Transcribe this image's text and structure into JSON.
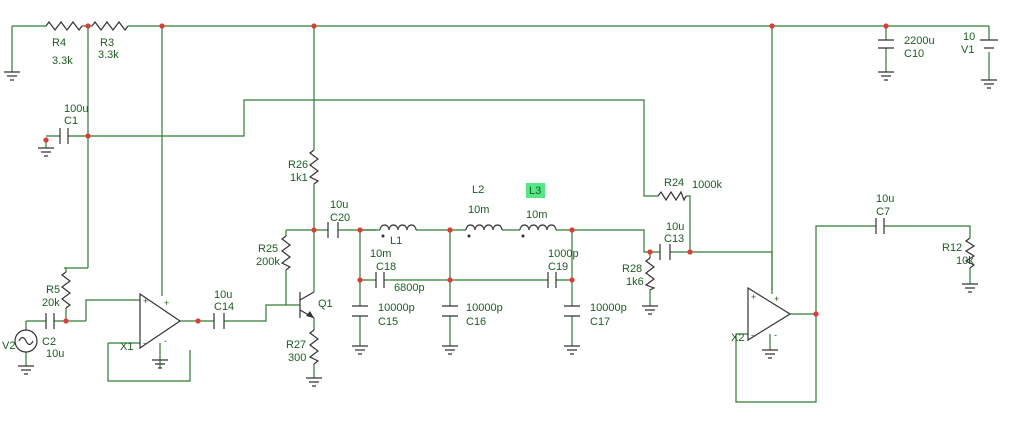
{
  "components": {
    "R4": {
      "ref": "R4",
      "value": "3.3k"
    },
    "R3": {
      "ref": "R3",
      "value": "3.3k"
    },
    "C10": {
      "ref": "C10",
      "value": "2200u"
    },
    "V1": {
      "ref": "V1",
      "value": "10"
    },
    "C1": {
      "ref": "C1",
      "value": "100u"
    },
    "R26": {
      "ref": "R26",
      "value": "1k1"
    },
    "R24": {
      "ref": "R24",
      "value": "1000k"
    },
    "C20": {
      "ref": "C20",
      "value": "10u"
    },
    "L1": {
      "ref": "L1",
      "value": "10m"
    },
    "L2": {
      "ref": "L2",
      "value": "10m"
    },
    "L3": {
      "ref": "L3",
      "value": "10m"
    },
    "C18": {
      "ref": "C18",
      "value": "6800p"
    },
    "C19": {
      "ref": "C19",
      "value": "1000p"
    },
    "C13": {
      "ref": "C13",
      "value": "10u"
    },
    "C7": {
      "ref": "C7",
      "value": "10u"
    },
    "R12": {
      "ref": "R12",
      "value": "10k"
    },
    "R25": {
      "ref": "R25",
      "value": "200k"
    },
    "R28": {
      "ref": "R28",
      "value": "1k6"
    },
    "R5": {
      "ref": "R5",
      "value": "20k"
    },
    "C14": {
      "ref": "C14",
      "value": "10u"
    },
    "Q1": {
      "ref": "Q1"
    },
    "C15": {
      "ref": "C15",
      "value": "10000p"
    },
    "C16": {
      "ref": "C16",
      "value": "10000p"
    },
    "C17": {
      "ref": "C17",
      "value": "10000p"
    },
    "V2": {
      "ref": "V2"
    },
    "C2": {
      "ref": "C2",
      "value": "10u"
    },
    "R27": {
      "ref": "R27",
      "value": "300"
    },
    "X1": {
      "ref": "X1"
    },
    "X2": {
      "ref": "X2"
    }
  },
  "pins": {
    "plus": "+",
    "minus": "-"
  },
  "highlight": {
    "component": "L3",
    "color": "#54e886"
  },
  "colors": {
    "wire": "#2e7d32",
    "junction": "#e53935",
    "label": "#1b5e20",
    "symbol": "#333333"
  }
}
